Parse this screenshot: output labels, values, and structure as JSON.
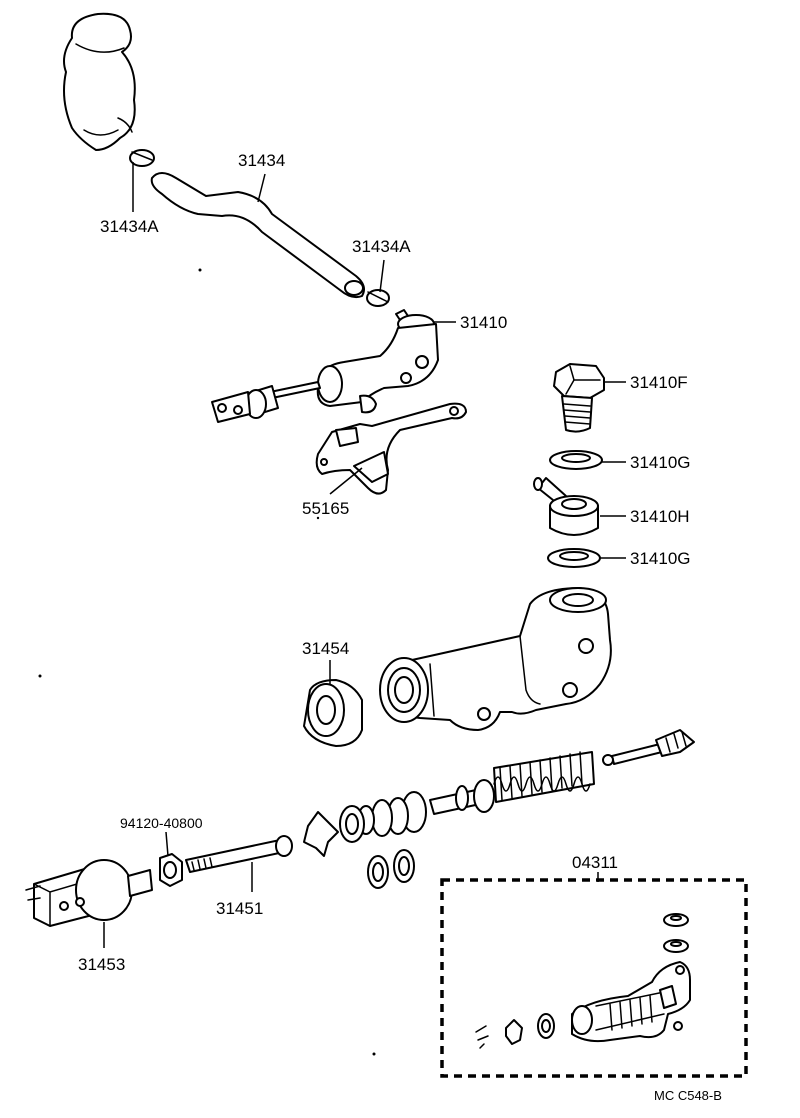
{
  "labels": {
    "hose": "31434",
    "clip_upper": "31434A",
    "clip_lower": "31434A",
    "master_cylinder": "31410",
    "union_bolt": "31410F",
    "gasket_upper": "31410G",
    "union": "31410H",
    "gasket_lower": "31410G",
    "bracket": "55165",
    "boot": "31454",
    "nut": "94120-40800",
    "push_rod": "31451",
    "clevis": "31453",
    "repair_kit": "04311"
  },
  "footer": {
    "code": "MC  C548-B"
  }
}
